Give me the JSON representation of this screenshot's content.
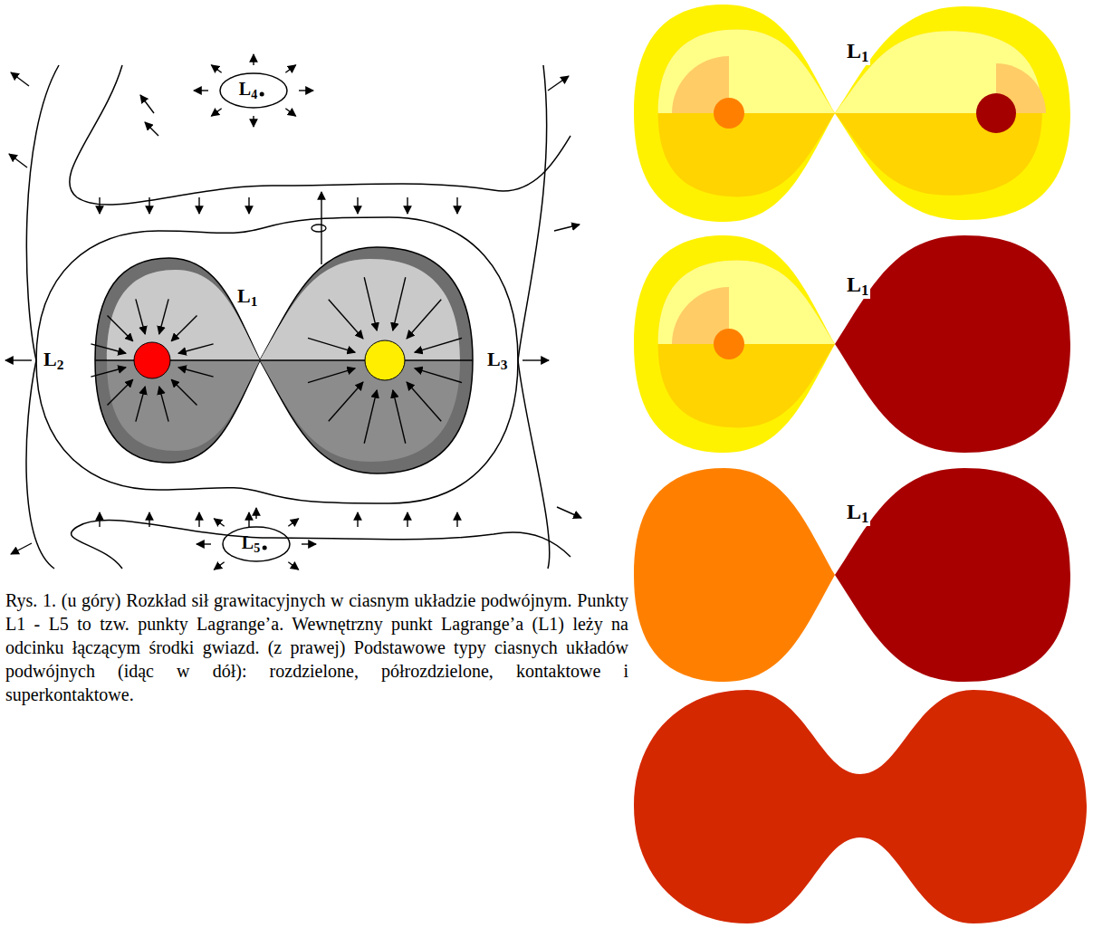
{
  "diagram": {
    "caption": "Rys. 1. (u góry) Rozkład sił grawitacyjnych w ciasnym układzie podwójnym. Punkty L1 - L5 to tzw. punkty Lagrange’a. Wewnętrzny punkt Lagrange’a (L1) leży na odcinku łączącym środki gwiazd. (z prawej) Podstawowe typy ciasnych układów podwójnych (idąc w dół): rozdzielone, półrozdzielone, kontaktowe i superkontaktowe.",
    "nodes": [
      {
        "text": [
          "L4"
        ]
      },
      {
        "text": [
          "L5"
        ]
      }
    ],
    "labels": [
      "L1",
      "L2",
      "L3",
      "L1",
      "L1",
      "L1"
    ]
  }
}
